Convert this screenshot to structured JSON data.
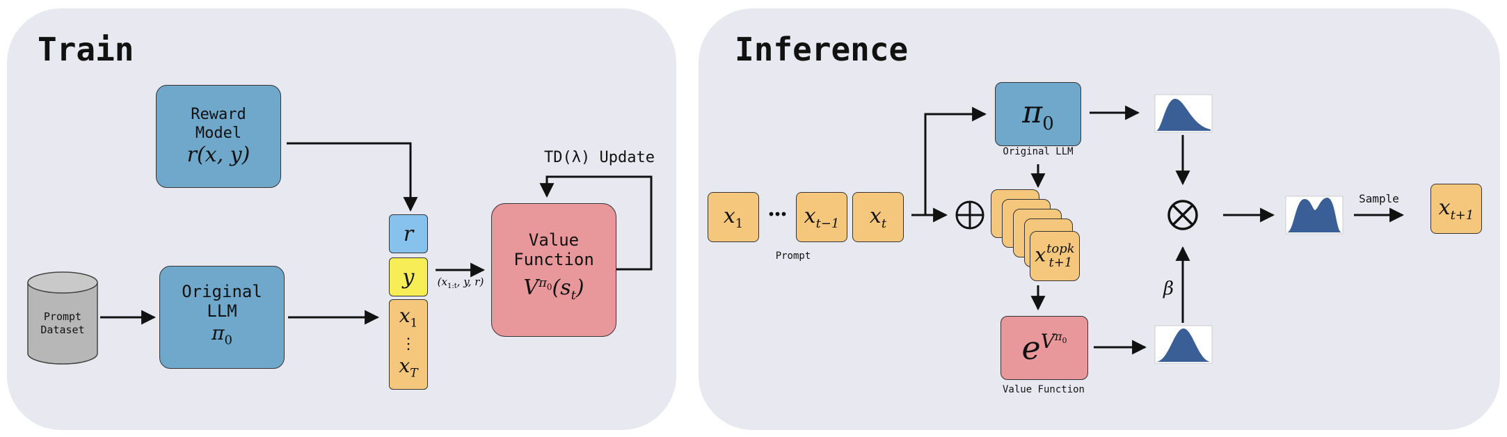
{
  "train": {
    "title": "Train",
    "reward_model": {
      "line1": "Reward",
      "line2": "Model",
      "formula": "r(x, y)"
    },
    "dataset": {
      "line1": "Prompt",
      "line2": "Dataset"
    },
    "original_llm": {
      "line1": "Original",
      "line2": "LLM",
      "symbol": "π",
      "sub": "0"
    },
    "token_r": "r",
    "token_y": "y",
    "token_x1": "x",
    "token_x1_sub": "1",
    "token_dots": "⋮",
    "token_xT": "x",
    "token_xT_sub": "T",
    "tuple_label": "(x",
    "tuple_sub": "1:t",
    "tuple_rest": ", y, r)",
    "value_function": {
      "line1": "Value",
      "line2": "Function",
      "formula_main": "V",
      "formula_sup": "π",
      "formula_supsub": "0",
      "formula_arg": "(s",
      "formula_argsub": "t",
      "formula_close": ")"
    },
    "td_update": "TD(λ) Update"
  },
  "inference": {
    "title": "Inference",
    "prompt_tokens": [
      {
        "text": "x",
        "sub": "1"
      },
      {
        "text": "x",
        "sub": "t−1"
      },
      {
        "text": "x",
        "sub": "t"
      }
    ],
    "dots": "•••",
    "prompt_label": "Prompt",
    "policy": {
      "symbol": "π",
      "sub": "0",
      "caption": "Original LLM"
    },
    "oplus": "⊕",
    "topk": {
      "text": "x",
      "sup": "topk",
      "sub": "t+1"
    },
    "value": {
      "base": "e",
      "sup": "V",
      "supsup": "π",
      "supsupsub": "0",
      "caption": "Value Function"
    },
    "otimes": "⊗",
    "beta": "β",
    "sample_label": "Sample",
    "output": {
      "text": "x",
      "sub": "t+1"
    }
  },
  "colors": {
    "panel": "#e8e8f1",
    "blue": "#6fa8cb",
    "orange": "#f5c77c",
    "pink": "#e8979a",
    "light_blue": "#86c2eb",
    "yellow": "#f7ee57",
    "dist": "#3a5f96"
  }
}
